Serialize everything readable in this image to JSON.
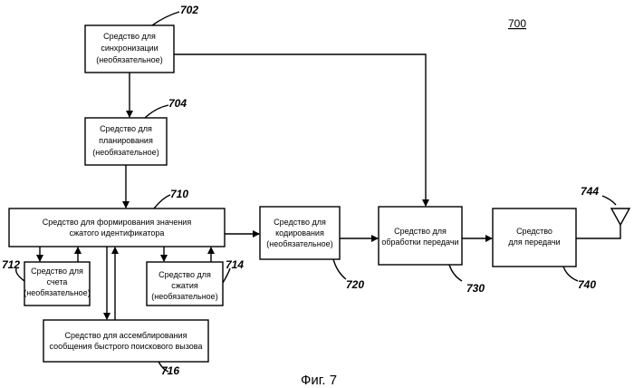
{
  "figure_number": "700",
  "caption": "Фиг. 7",
  "blocks": {
    "sync": {
      "ref": "702",
      "lines": [
        "Средство для",
        "синхронизации",
        "(необязательное)"
      ]
    },
    "plan": {
      "ref": "704",
      "lines": [
        "Средство для",
        "планирования",
        "(необязательное)"
      ]
    },
    "form": {
      "ref": "710",
      "lines": [
        "Средство для формирования значения",
        "сжатого идентификатора"
      ]
    },
    "count": {
      "ref": "712",
      "lines": [
        "Средство для",
        "счета",
        "(необязательное)"
      ]
    },
    "compress": {
      "ref": "714",
      "lines": [
        "Средство для",
        "сжатия",
        "(необязательное)"
      ]
    },
    "assemble": {
      "ref": "716",
      "lines": [
        "Средство для ассемблирования",
        "сообщения быстрого поискового вызова"
      ]
    },
    "encode": {
      "ref": "720",
      "lines": [
        "Средство для",
        "кодирования",
        "(необязательное)"
      ]
    },
    "txproc": {
      "ref": "730",
      "lines": [
        "Средство для",
        "обработки передачи"
      ]
    },
    "tx": {
      "ref": "740",
      "lines": [
        "Средство",
        "для передачи"
      ]
    },
    "antenna": {
      "ref": "744"
    }
  }
}
